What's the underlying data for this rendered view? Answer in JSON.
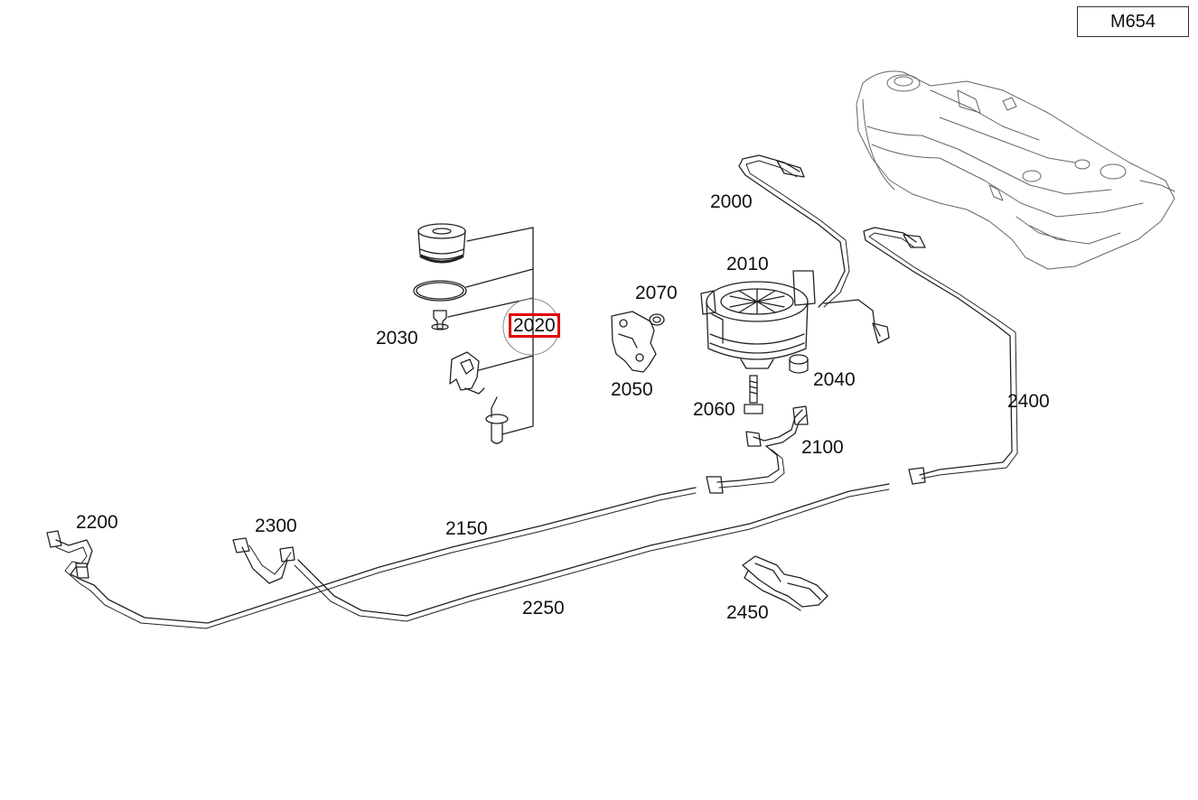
{
  "engine_code": "M654",
  "highlight_color": "#e00000",
  "selected_part": "2020",
  "callouts": {
    "p2000": "2000",
    "p2010": "2010",
    "p2020": "2020",
    "p2030": "2030",
    "p2040": "2040",
    "p2050": "2050",
    "p2060": "2060",
    "p2070": "2070",
    "p2100": "2100",
    "p2150": "2150",
    "p2200": "2200",
    "p2250": "2250",
    "p2300": "2300",
    "p2400": "2400",
    "p2450": "2450"
  }
}
